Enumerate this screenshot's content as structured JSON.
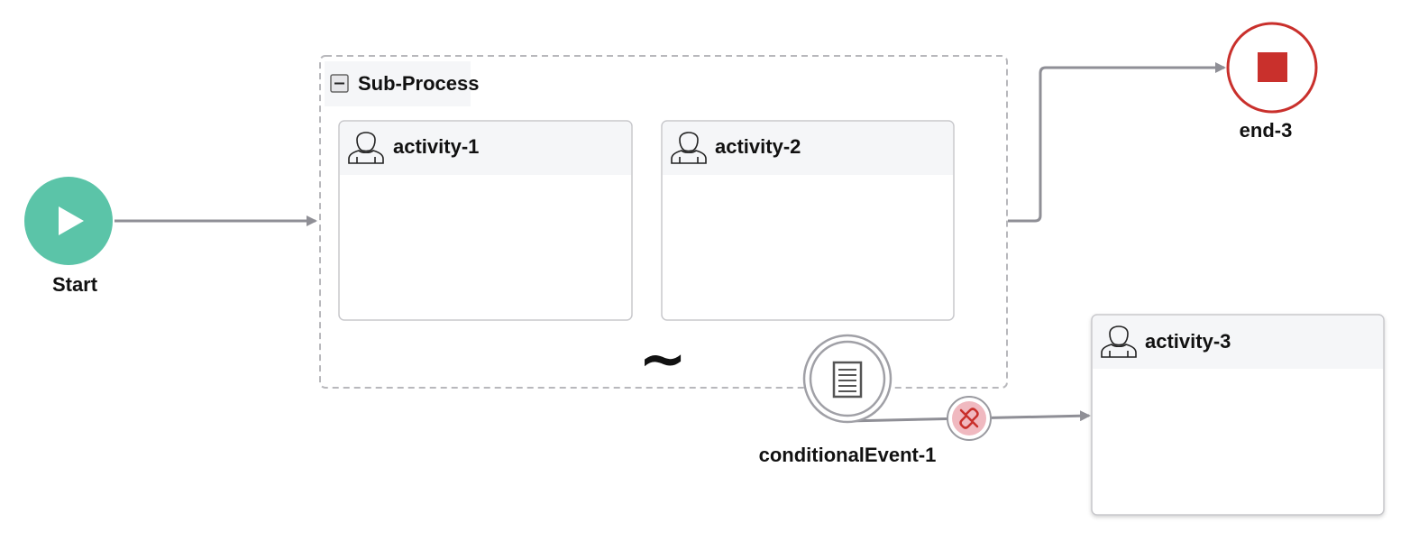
{
  "diagram": {
    "nodes": {
      "start": {
        "label": "Start",
        "icon": "play-icon",
        "color": "#5bc4a8"
      },
      "subprocess": {
        "label": "Sub-Process",
        "toggle_icon": "collapse-icon",
        "marker_icon": "adhoc-tilde-icon",
        "marker": "~"
      },
      "activity_1": {
        "label": "activity-1",
        "icon": "user-task-icon"
      },
      "activity_2": {
        "label": "activity-2",
        "icon": "user-task-icon"
      },
      "activity_3": {
        "label": "activity-3",
        "icon": "user-task-icon"
      },
      "end_3": {
        "label": "end-3",
        "icon": "stop-icon",
        "color": "#c9302c"
      },
      "conditional_event_1": {
        "label": "conditionalEvent-1",
        "icon": "conditional-document-icon"
      },
      "link_marker": {
        "icon": "broken-link-icon",
        "color": "#e8a0a8"
      }
    },
    "edges": [
      {
        "from": "Start",
        "to": "Sub-Process"
      },
      {
        "from": "Sub-Process",
        "to": "end-3"
      },
      {
        "from": "conditionalEvent-1",
        "to": "activity-3"
      }
    ],
    "colors": {
      "edge": "#8f8f96",
      "task_border": "#c8c8cc",
      "task_header": "#f5f6f8",
      "subprocess_border": "#b8b8bc"
    }
  }
}
